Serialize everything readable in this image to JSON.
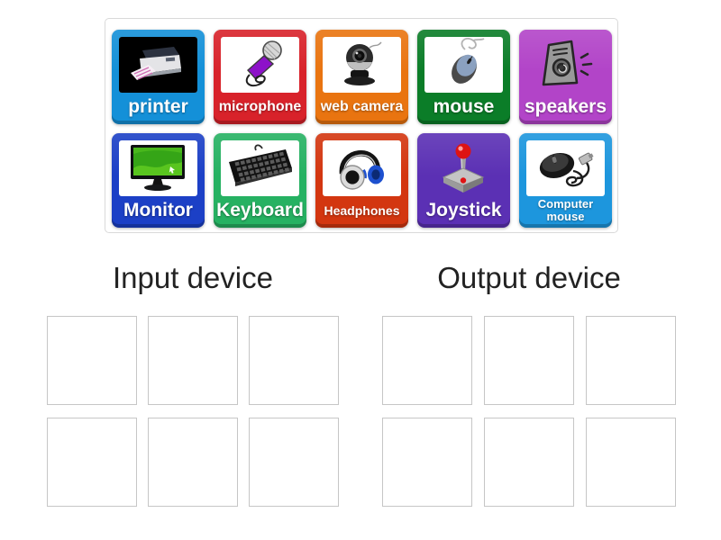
{
  "page": {
    "background": "#ffffff"
  },
  "tray": {
    "border_color": "#d9d9d9",
    "label_text_color": "#ffffff",
    "tiles": [
      {
        "label": "printer",
        "color": "#1490d8",
        "image": "printer-image"
      },
      {
        "label": "microphone",
        "color": "#d8222a",
        "image": "microphone-image"
      },
      {
        "label": "web camera",
        "color": "#e97410",
        "image": "web-camera-image"
      },
      {
        "label": "mouse",
        "color": "#0b7d28",
        "image": "mouse-image"
      },
      {
        "label": "speakers",
        "color": "#b244c8",
        "image": "speakers-image"
      },
      {
        "label": "Monitor",
        "color": "#1c40c6",
        "image": "monitor-image"
      },
      {
        "label": "Keyboard",
        "color": "#26b162",
        "image": "keyboard-image"
      },
      {
        "label": "Headphones",
        "color": "#d33610",
        "image": "headphones-image"
      },
      {
        "label": "Joystick",
        "color": "#5b30b4",
        "image": "joystick-image"
      },
      {
        "label": "Computer mouse",
        "color": "#1d96dd",
        "image": "computer-mouse-image"
      }
    ]
  },
  "groups": [
    {
      "label": "Input device",
      "slots": 6
    },
    {
      "label": "Output device",
      "slots": 6
    }
  ],
  "header_text_color": "#222222",
  "slot_border_color": "#c6c6c6"
}
